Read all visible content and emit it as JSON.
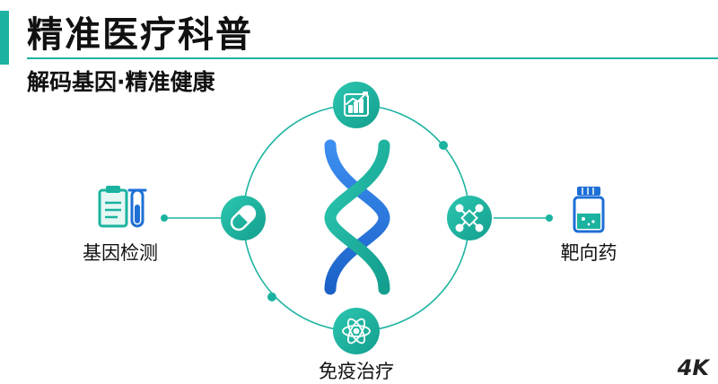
{
  "header": {
    "title": "精准医疗科普",
    "subtitle": "解码基因·精准健康"
  },
  "nodes": {
    "left": "基因检测",
    "right": "靶向药",
    "bottom": "免疫治疗"
  },
  "watermark": "4K",
  "colors": {
    "teal": "#1bb3a0",
    "blue": "#1e6fd6",
    "text": "#111111"
  },
  "icons": {
    "top": "chart-icon",
    "inner_left": "capsule-icon",
    "inner_right": "molecule-icon",
    "bottom": "atom-icon",
    "left": "clipboard-test-tube-icon",
    "right": "medicine-bottle-icon",
    "center": "dna-helix-icon"
  }
}
